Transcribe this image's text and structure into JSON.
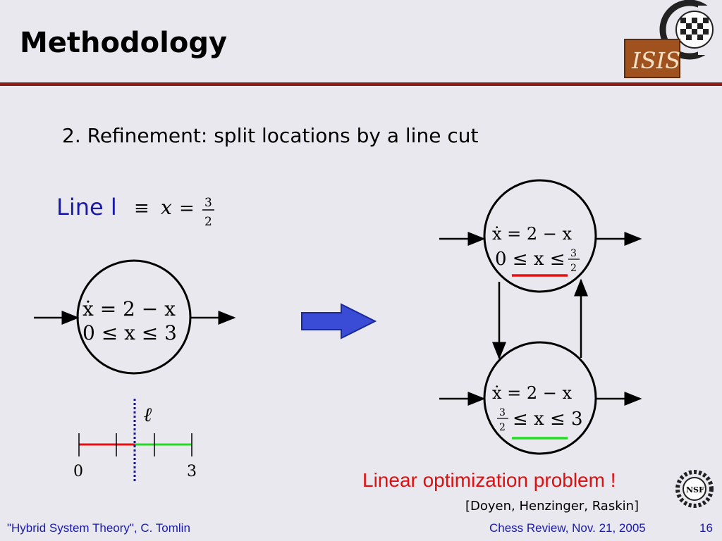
{
  "slide": {
    "title": "Methodology",
    "subtitle": "2. Refinement: split locations by a line cut",
    "line_label": "Line l",
    "line_math": "≡ x = 3/2",
    "linear_opt": "Linear optimization problem !",
    "citation": "[Doyen, Henzinger, Raskin]",
    "footer_left": "\"Hybrid System Theory\", C. Tomlin",
    "footer_right": "Chess Review, Nov. 21, 2005",
    "page_number": "16"
  },
  "diagram": {
    "left_state": {
      "flow": "ẋ = 2 − x",
      "invariant": "0 ≤ x ≤ 3"
    },
    "top_state": {
      "flow": "ẋ = 2 − x",
      "invariant_left": "0 ≤ x ≤",
      "frac_num": "3",
      "frac_den": "2"
    },
    "bottom_state": {
      "flow": "ẋ = 2 − x",
      "frac_num": "3",
      "frac_den": "2",
      "invariant_right": "≤ x ≤ 3"
    },
    "number_line": {
      "left_tick": "0",
      "right_tick": "3",
      "cut_label": "ℓ"
    },
    "logo_letters": {
      "isis": "ISIS",
      "nsf": "NSF"
    },
    "colors": {
      "accent_red": "#e81010",
      "accent_green": "#22dd22",
      "arrow_blue": "#3a4bd6",
      "title_rule": "#8b1a1a"
    }
  }
}
